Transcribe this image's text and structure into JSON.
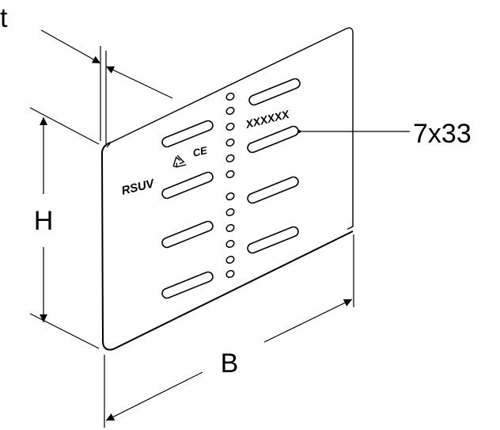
{
  "diagram": {
    "dimensions": {
      "thickness": "t",
      "height": "H",
      "width": "B"
    },
    "callout": "7x33",
    "plate_marking": {
      "brand": "RSUV",
      "conformity": "CE",
      "code": "XXXXXX"
    },
    "icons": [
      "recycle-icon"
    ]
  }
}
